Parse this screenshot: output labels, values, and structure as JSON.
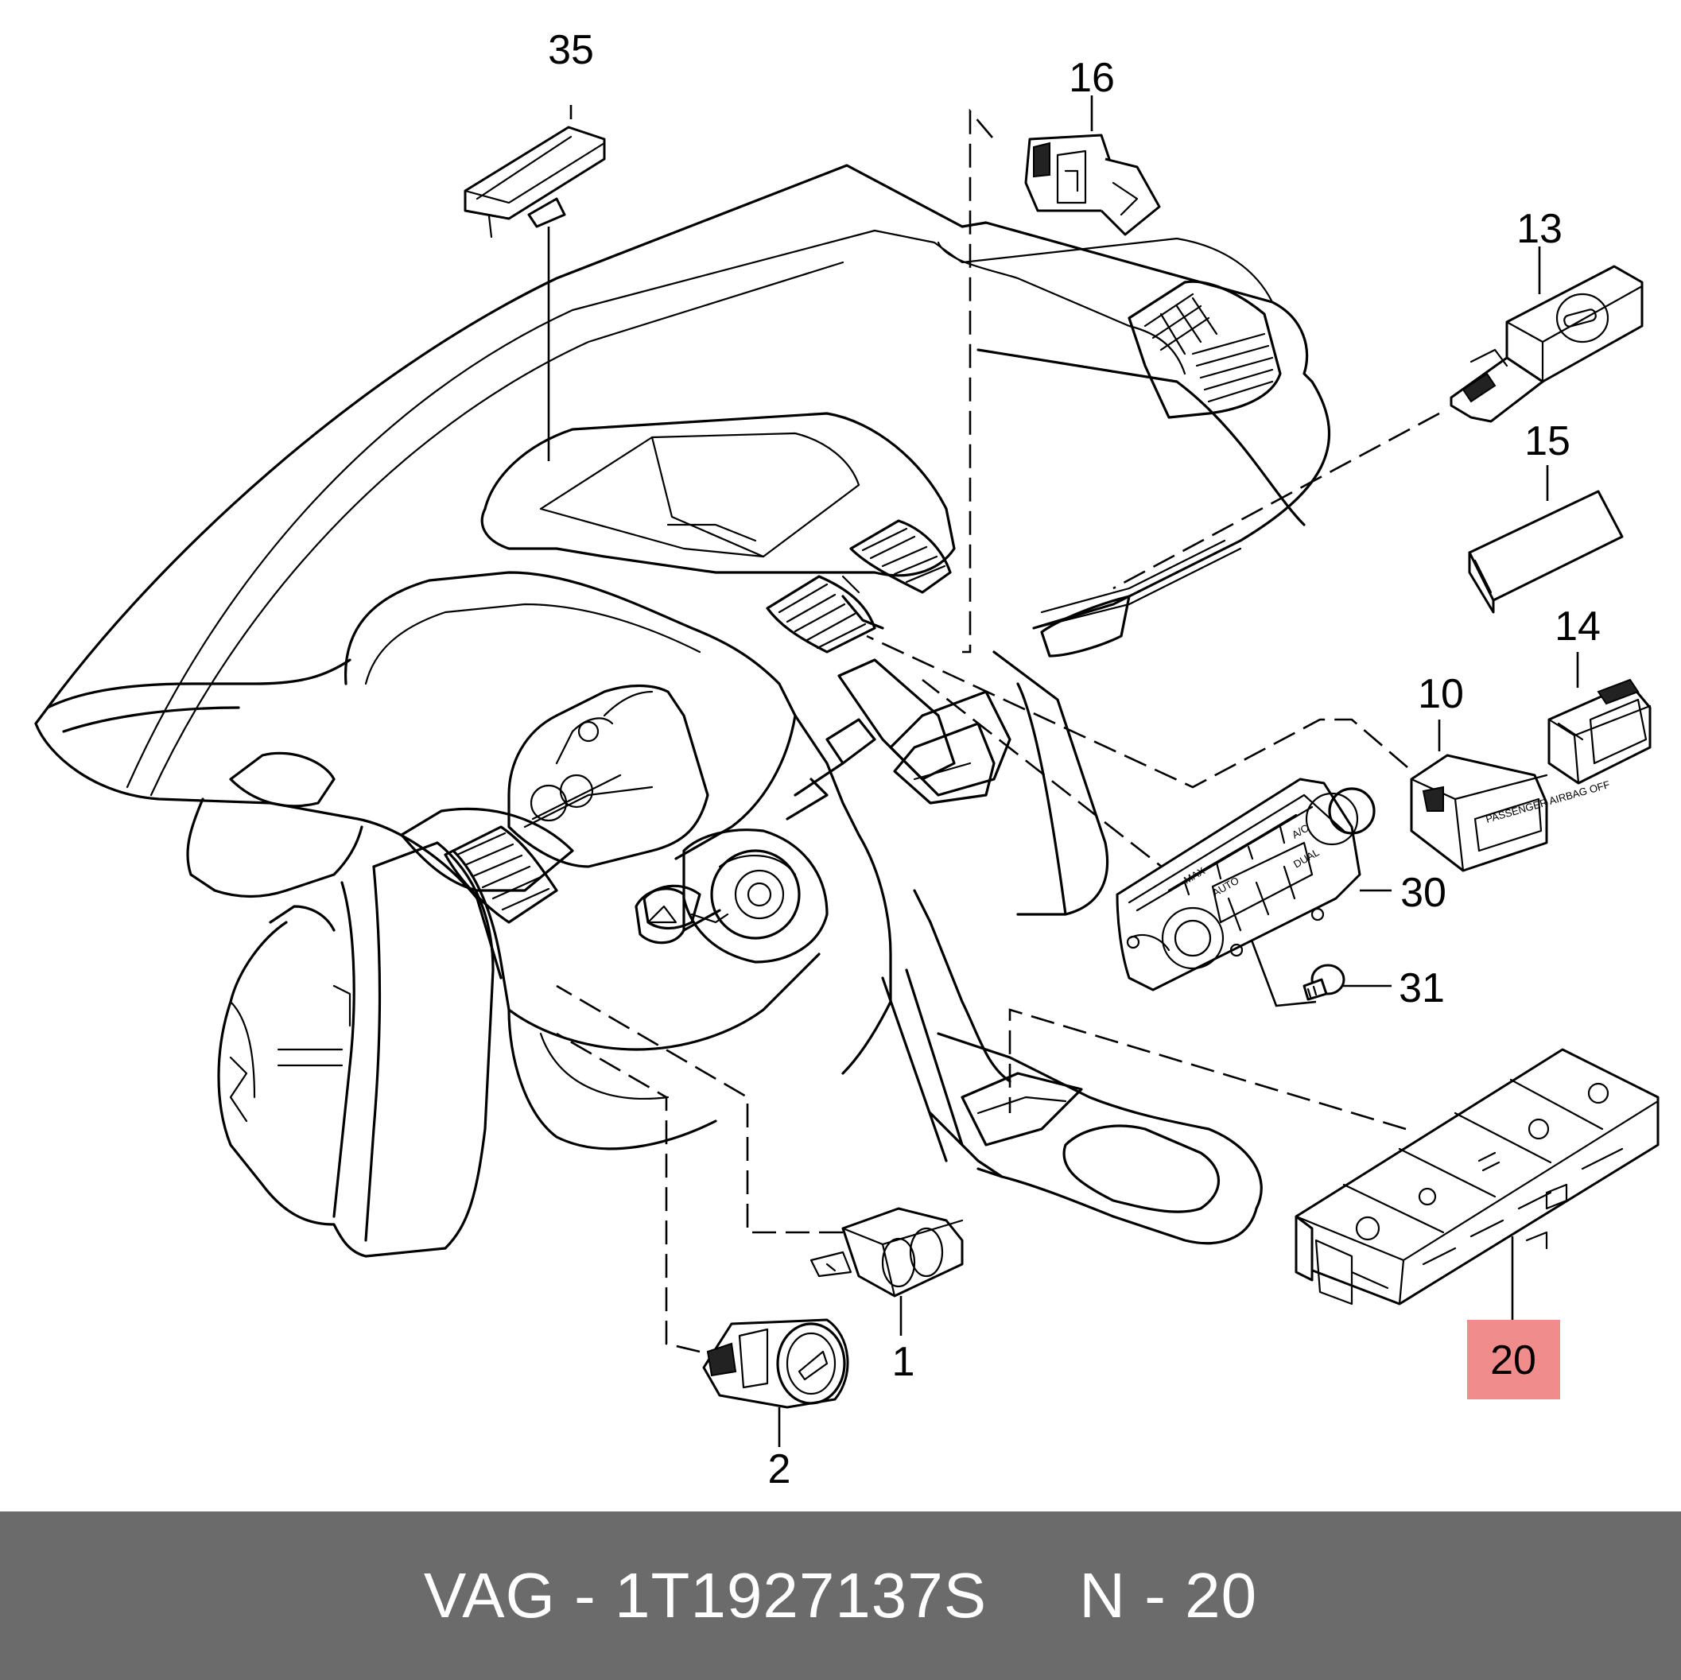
{
  "callouts": {
    "c35": "35",
    "c16": "16",
    "c13": "13",
    "c15": "15",
    "c14": "14",
    "c10": "10",
    "c30": "30",
    "c31": "31",
    "c20": "20",
    "c1": "1",
    "c2": "2"
  },
  "highlight_color": "#f08c8c",
  "part_text": {
    "passenger_airbag": "PASSENGER AIRBAG OFF",
    "climate_auto": "AUTO",
    "climate_max": "MAX",
    "climate_ac": "A/C",
    "climate_dual": "DUAL"
  },
  "footer": {
    "text": "VAG - 1T1927137S     N - 20"
  }
}
